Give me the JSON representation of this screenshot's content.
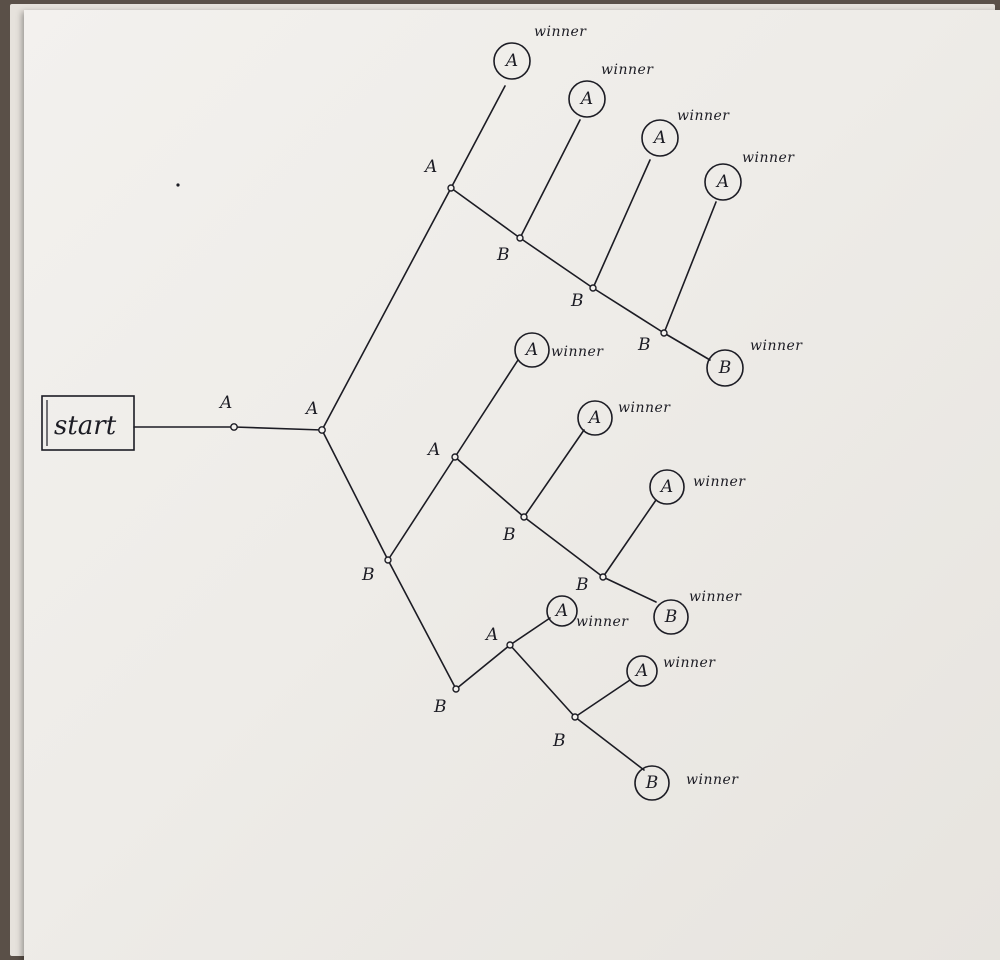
{
  "start": {
    "label": "start"
  },
  "letters": {
    "a": "A",
    "b": "B"
  },
  "winner_text": "winner"
}
